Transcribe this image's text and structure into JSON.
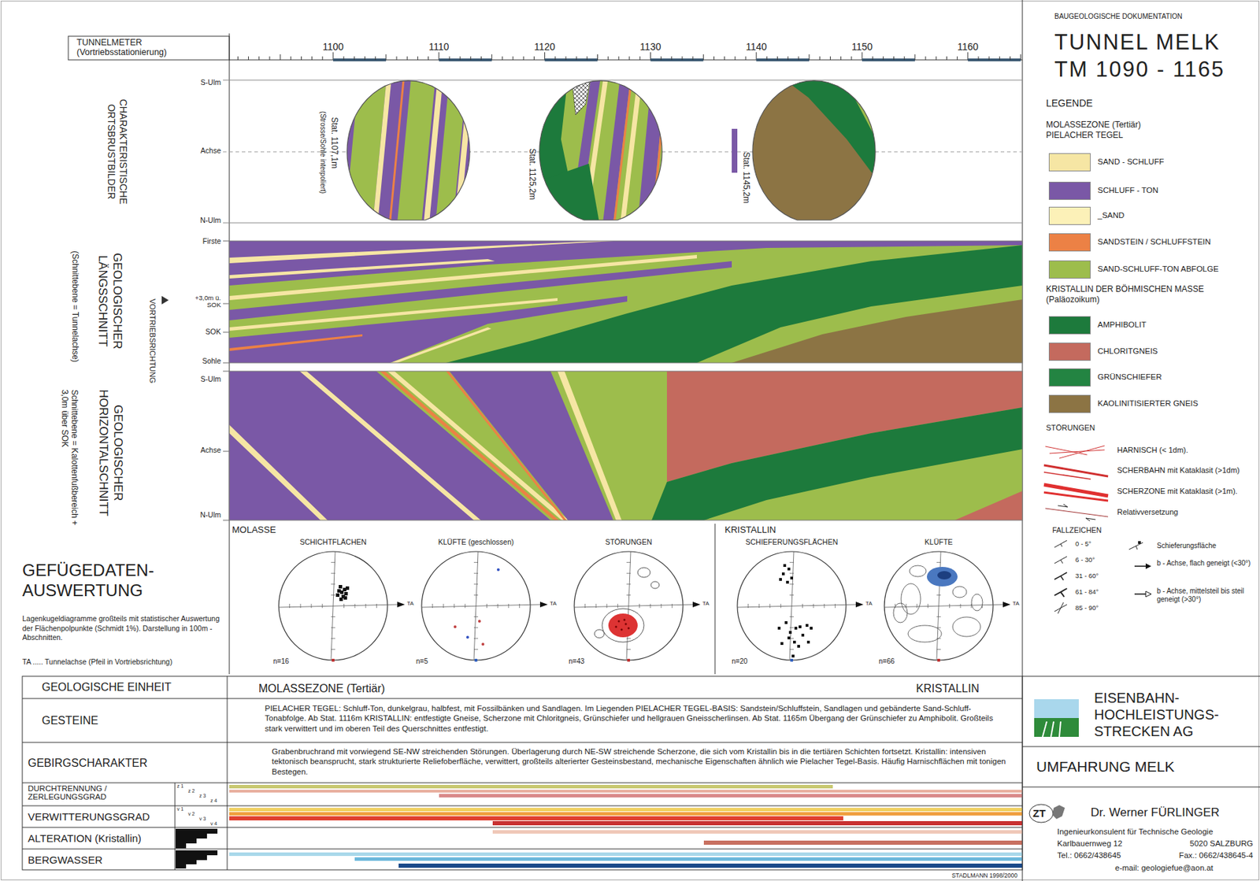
{
  "diagram": {
    "title": "TUNNEL MELK TM 1090 - 1165",
    "labels": [
      "BAUGEOLOGISCHE DOKUMENTATION",
      "TUNNELMETER (Vortriebsstationierung)",
      "1100",
      "1110",
      "1120",
      "1130",
      "1140",
      "1150",
      "1160",
      "S-Ulm",
      "Achse",
      "N-Ulm",
      "CHARAKTERISTISCHE ORTSBRUSTBILDER",
      "Stat. 1107,1m",
      "(Strosse/Sohle interpoliert)",
      "Stat. 1125,2m",
      "Stat. 1145,2m",
      "Firste",
      "+3,0m ü. SOK",
      "SOK",
      "Sohle",
      "S-Ulm",
      "Achse",
      "N-Ulm",
      "VORTRIEBSRICHTUNG",
      "GEOLOGISCHER LÄNGSSCHNITT",
      "(Schnittebene = Tunnelachse)",
      "GEOLOGISCHER HORIZONTALSCHNITT",
      "Schnittebene = Kalottenfußbereich + 3,0m über SOK",
      "GEFÜGEDATEN- AUSWERTUNG",
      "Lagenkugeldiagramme großteils mit statistischer Auswertung der Flächenpolpunkte (Schmidt 1%). Darstellung in 100m - Abschnitten.",
      "TA ..... Tunnelachse (Pfeil in Vortriebsrichtung)",
      "MOLASSE",
      "SCHICHTFLÄCHEN",
      "KLÜFTE (geschlossen)",
      "STÖRUNGEN",
      "KRISTALLIN",
      "SCHIEFERUNGSFLÄCHEN",
      "KLÜFTE",
      "TA",
      "TA",
      "TA",
      "TA",
      "TA",
      "n=16",
      "n=5",
      "n=43",
      "n=20",
      "n=66",
      "GEOLOGISCHE EINHEIT",
      "MOLASSEZONE (Tertiär)",
      "KRISTALLIN",
      "GESTEINE",
      "PIELACHER TEGEL: Schluff-Ton, dunkelgrau, halbfest, mit Fossilbänken und Sandlagen. Im Liegenden PIELACHER TEGEL-BASIS: Sandstein/Schluffstein, Sandlagen und gebänderte Sand-Schluff-Tonabfolge. Ab Stat. 1116m KRISTALLIN: entfestigte Gneise, Scherzone mit Chloritgneis, Grünschiefer und hellgrauen Gneisscherlinsen. Ab Stat. 1165m Übergang der Grünschiefer zu Amphibolit. Großteils stark verwittert und im oberen Teil des Querschnittes entfestigt.",
      "GEBIRGSCHARAKTER",
      "Grabenbruchrand mit vorwiegend SE-NW streichenden Störungen. Überlagerung durch NE-SW streichende Scherzone, die sich vom Kristallin bis in die tertiären Schichten fortsetzt. Kristallin: intensiven tektonisch beansprucht, stark strukturierte Reliefoberfläche, verwittert, großteils alterierter Gesteinsbestand, mechanische Eigenschaften ähnlich wie Pielacher Tegel-Basis. Häufig Harnischflächen mit tonigen Bestegen.",
      "DURCHTRENNUNG / ZERLEGUNGSGRAD",
      "VERWITTERUNGSGRAD",
      "ALTERATION (Kristallin)",
      "BERGWASSER",
      "z 1",
      "z 2",
      "z 3",
      "z 4",
      "v 1",
      "v 2",
      "v 3",
      "v 4",
      "EISENBAHN- HOCHLEISTUNGS- STRECKEN AG",
      "UMFAHRUNG MELK",
      "ZT",
      "Dr. Werner FÜRLINGER",
      "Ingenieurkonsulent für Technische Geologie",
      "Karlbauernweg 12",
      "5020 SALZBURG",
      "Tel.: 0662/438645",
      "Fax.: 0662/438645-4",
      "e-mail: geologiefue@aon.at",
      "STADLMANN 1998/2000",
      "LEGENDE",
      "MOLASSEZONE (Tertiär) PIELACHER TEGEL",
      "KRISTALLIN DER BÖHMISCHEN MASSE (Paläozoikum)",
      "STÖRUNGEN",
      "FALLZEICHEN"
    ],
    "legend": [
      {
        "text": "SAND - SCHLUFF",
        "color": "#f6e6a4"
      },
      {
        "text": "SCHLUFF - TON",
        "color": "#7a58a6"
      },
      {
        "text": "_SAND",
        "color": "#fcf1b8"
      },
      {
        "text": "SANDSTEIN / SCHLUFFSTEIN",
        "color": "#ec8145"
      },
      {
        "text": "SAND-SCHLUFF-TON ABFOLGE",
        "color": "#9dbd4c"
      },
      {
        "text": "AMPHIBOLIT",
        "color": "#1d7a3c"
      },
      {
        "text": "CHLORITGNEIS",
        "color": "#c46a5e"
      },
      {
        "text": "GRÜNSCHIEFER",
        "color": "#238442"
      },
      {
        "text": "KAOLINITISIERTER GNEIS",
        "color": "#8c7444"
      },
      {
        "text": "HARNISCH (< 1dm)."
      },
      {
        "text": "SCHERBAHN mit Kataklasit (>1dm)"
      },
      {
        "text": "SCHERZONE mit Kataklasit (>1m)."
      },
      {
        "text": "Relativversetzung"
      },
      {
        "text": "0 - 5°"
      },
      {
        "text": "6 - 30°"
      },
      {
        "text": "31 - 60°"
      },
      {
        "text": "61 - 84°"
      },
      {
        "text": "85 - 90°"
      },
      {
        "text": "Schieferungsfläche"
      },
      {
        "text": "b - Achse, flach geneigt (<30°)"
      },
      {
        "text": "b - Achse, mittelsteil bis steil geneigt (>30°)"
      }
    ]
  }
}
